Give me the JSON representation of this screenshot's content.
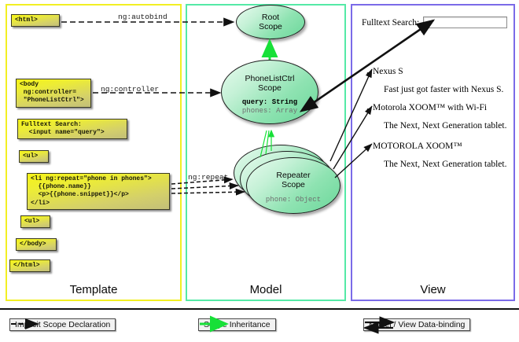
{
  "panels": {
    "template": {
      "label": "Template"
    },
    "model": {
      "label": "Model"
    },
    "view": {
      "label": "View"
    }
  },
  "template_code": [
    {
      "id": "html-open",
      "text": "<html>"
    },
    {
      "id": "body-open",
      "text": "<body\n ng:controller=\n \"PhoneListCtrl\">"
    },
    {
      "id": "search",
      "text": "Fulltext Search:\n  <input name=\"query\">"
    },
    {
      "id": "ul-open",
      "text": "<ul>"
    },
    {
      "id": "li-repeat",
      "text": "<li ng:repeat=\"phone in phones\">\n  {{phone.name}}\n  <p>{{phone.snippet}}</p>\n</li>"
    },
    {
      "id": "ul-close",
      "text": "<ul>"
    },
    {
      "id": "body-close",
      "text": "</body>"
    },
    {
      "id": "html-close",
      "text": "</html>"
    }
  ],
  "connector_labels": {
    "autobind": "ng:autobind",
    "controller": "ng:controller",
    "repeat": "ng:repeat"
  },
  "scopes": [
    {
      "id": "root",
      "title_line1": "Root",
      "title_line2": "Scope",
      "fields": []
    },
    {
      "id": "ctrl",
      "title_line1": "PhoneListCtrl",
      "title_line2": "Scope",
      "fields": [
        {
          "text": "query: String",
          "style": "bold"
        },
        {
          "text": "phones: Array",
          "style": "gray"
        }
      ]
    },
    {
      "id": "repeater",
      "title_line1": "Repeater",
      "title_line2": "Scope",
      "fields": [
        {
          "text": "phone: Object",
          "style": "gray"
        }
      ]
    }
  ],
  "view": {
    "search_label": "Fulltext Search:",
    "search_value": "",
    "search_placeholder": "",
    "phones": [
      {
        "name": "Nexus S",
        "snippet": "Fast just got faster with Nexus S."
      },
      {
        "name": "Motorola XOOM™  with Wi-Fi",
        "snippet": "The Next, Next Generation tablet."
      },
      {
        "name": "MOTOROLA XOOM™",
        "snippet": "The Next, Next Generation tablet."
      }
    ],
    "bullet": "•"
  },
  "legend": [
    {
      "id": "implicit-scope-declaration",
      "label": "Implicit Scope Declaration",
      "arrow": "dashed-black"
    },
    {
      "id": "scope-inheritance",
      "label": "Scope Inheritance",
      "arrow": "solid-green"
    },
    {
      "id": "model-view-data-binding",
      "label": "Model / View Data-binding",
      "arrow": "double-black"
    }
  ],
  "colors": {
    "template_border": "#f2ef23",
    "model_border": "#55e9a6",
    "view_border": "#7b6be8",
    "inheritance_green": "#17e038",
    "code_yellow": "#f5f318",
    "scope_green": "#8fe3b2"
  }
}
